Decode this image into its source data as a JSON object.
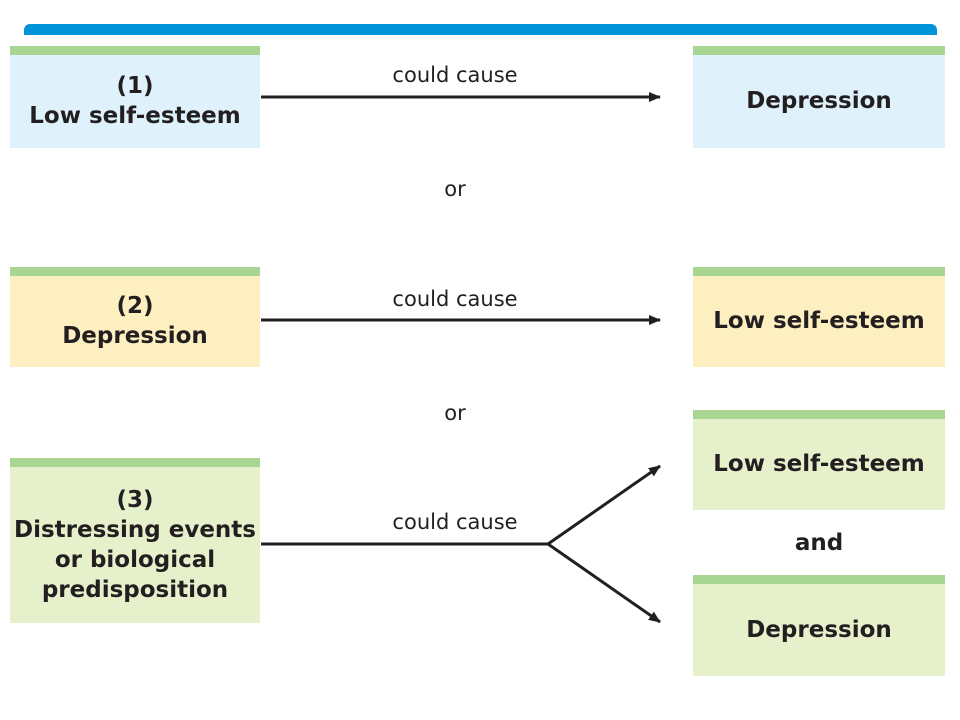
{
  "colors": {
    "top_bar": "#0093d8",
    "stripe": "#a8d592",
    "blue_fill": "#dff2fc",
    "yellow_fill": "#fdefc0",
    "green_fill": "#e6f1cc",
    "arrow": "#231f20"
  },
  "rows": [
    {
      "cause": {
        "number": "(1)",
        "lines": [
          "Low self-esteem"
        ]
      },
      "edge_label": "could cause",
      "effect": "Depression"
    },
    {
      "cause": {
        "number": "(2)",
        "lines": [
          "Depression"
        ]
      },
      "edge_label": "could cause",
      "effect": "Low self-esteem"
    },
    {
      "cause": {
        "number": "(3)",
        "lines": [
          "Distressing events",
          "or biological",
          "predisposition"
        ]
      },
      "edge_label": "could cause",
      "effects": [
        "Low self-esteem",
        "Depression"
      ],
      "join_label": "and"
    }
  ],
  "separators": [
    "or",
    "or"
  ]
}
